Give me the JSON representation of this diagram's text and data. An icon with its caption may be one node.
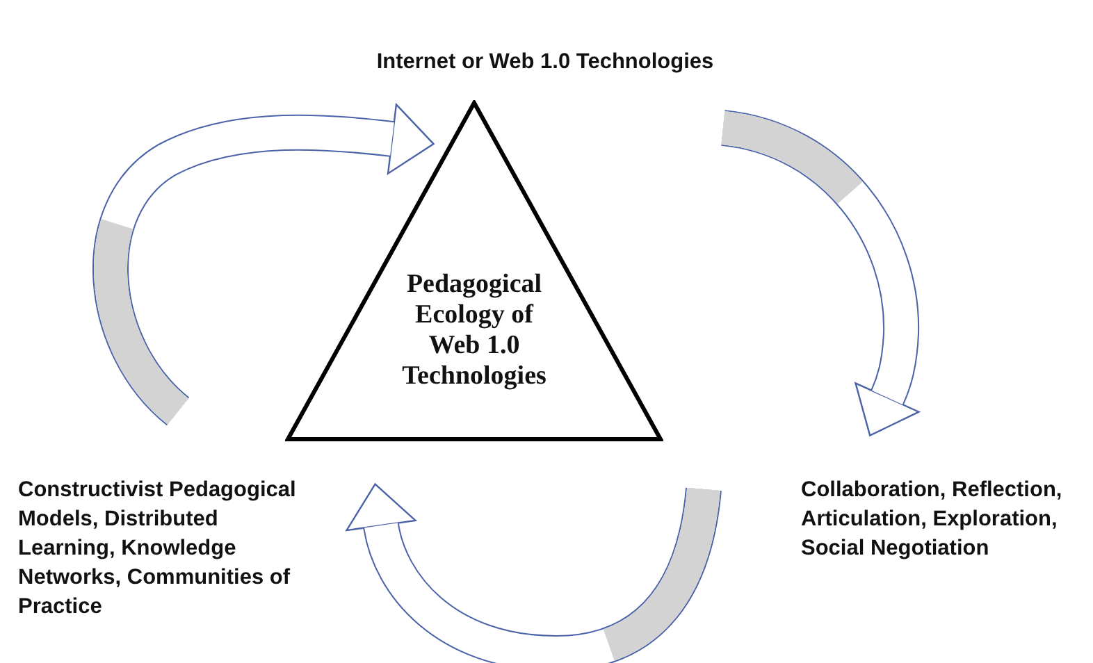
{
  "diagram": {
    "nodes": [
      {
        "text": [
          "Internet or Web 1.0 Technologies"
        ]
      },
      {
        "text": [
          "Pedagogical Ecology of Web 1.0 Technologies"
        ]
      },
      {
        "text": [
          "Collaboration, Reflection, Articulation,  Exploration, Social Negotiation"
        ]
      },
      {
        "text": [
          "Constructivist Pedagogical Models, Distributed Learning, Knowledge Networks, Communities of Practice"
        ]
      }
    ],
    "edges": [
      {
        "from": null,
        "to": 0,
        "arrow": "to"
      },
      {
        "from": null,
        "to": 2,
        "arrow": "to"
      },
      {
        "from": null,
        "to": 3,
        "arrow": "to"
      }
    ]
  }
}
